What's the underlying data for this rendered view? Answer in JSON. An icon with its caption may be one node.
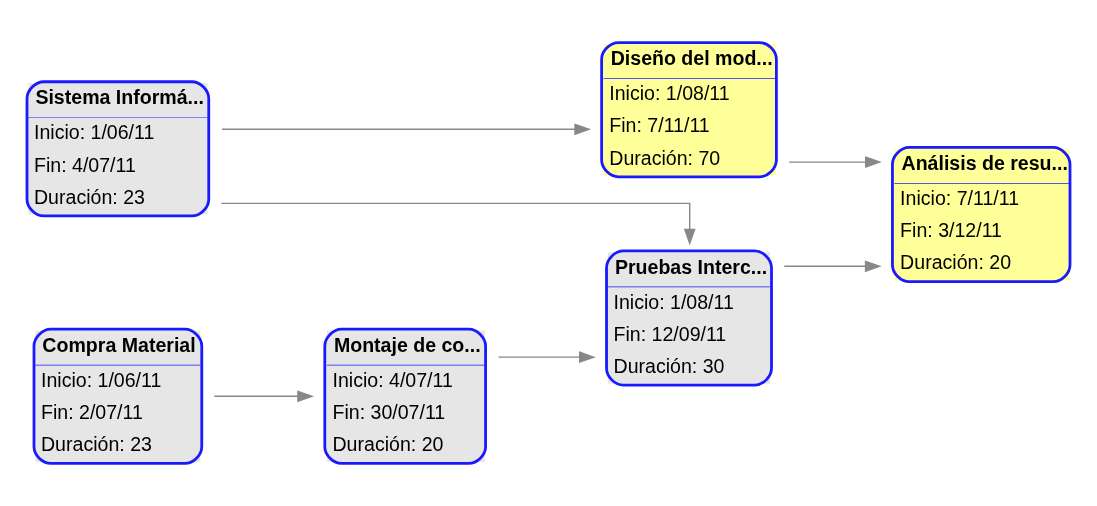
{
  "diagram": {
    "nodes": [
      {
        "text": [
          "Sistema Informá...",
          "Inicio: 1/06/11",
          "Fin: 4/07/11",
          "Duración: 23"
        ]
      },
      {
        "text": [
          "Diseño del mod...",
          "Inicio: 1/08/11",
          "Fin: 7/11/11",
          "Duración: 70"
        ]
      },
      {
        "text": [
          "Pruebas Interc...",
          "Inicio: 1/08/11",
          "Fin: 12/09/11",
          "Duración: 30"
        ]
      },
      {
        "text": [
          "Análisis de resu...",
          "Inicio: 7/11/11",
          "Fin: 3/12/11",
          "Duración: 20"
        ]
      },
      {
        "text": [
          "Compra Material",
          "Inicio: 1/06/11",
          "Fin: 2/07/11",
          "Duración: 23"
        ]
      },
      {
        "text": [
          "Montaje de co...",
          "Inicio: 4/07/11",
          "Fin: 30/07/11",
          "Duración: 20"
        ]
      }
    ],
    "edges": [
      {
        "from": 0,
        "to": 1,
        "arrow": "to"
      },
      {
        "from": 0,
        "to": 2,
        "arrow": "to"
      },
      {
        "from": 4,
        "to": 5,
        "arrow": "to"
      },
      {
        "from": 5,
        "to": 2,
        "arrow": "to"
      },
      {
        "from": 1,
        "to": 3,
        "arrow": "to"
      },
      {
        "from": 2,
        "to": 3,
        "arrow": "to"
      }
    ]
  }
}
